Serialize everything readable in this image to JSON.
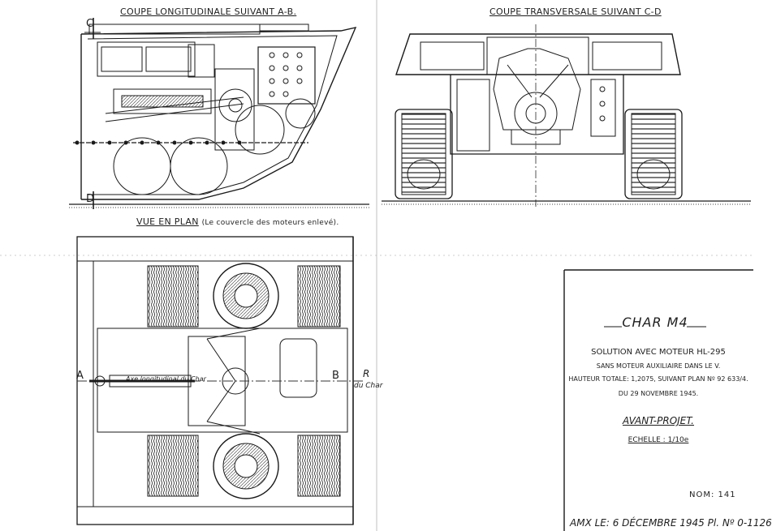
{
  "views": {
    "longitudinal_title": "COUPE LONGITUDINALE SUIVANT A-B.",
    "transverse_title": "COUPE TRANSVERSALE SUIVANT C-D",
    "plan_title": "VUE EN PLAN",
    "plan_note": "(Le couvercle des moteurs enlevé).",
    "marker_c": "C",
    "marker_d": "D",
    "marker_a": "A",
    "marker_b": "B",
    "marker_r": "R",
    "axis_note": "Axe longitudinal du Char",
    "du_char": "du Char"
  },
  "title_block": {
    "name": "CHAR M4",
    "line1": "SOLUTION AVEC MOTEUR HL-295",
    "line2": "SANS MOTEUR AUXILIAIRE DANS LE V.",
    "line3": "HAUTEUR TOTALE: 1,2075, SUIVANT PLAN Nº 92 633/4.",
    "line4": "DU 29 NOVEMBRE 1945.",
    "status": "AVANT-PROJET.",
    "scale": "ECHELLE : 1/10e",
    "nom": "NOM: 141",
    "footer": "AMX LE: 6 DÉCEMBRE 1945 Pl. Nº 0-1126"
  }
}
